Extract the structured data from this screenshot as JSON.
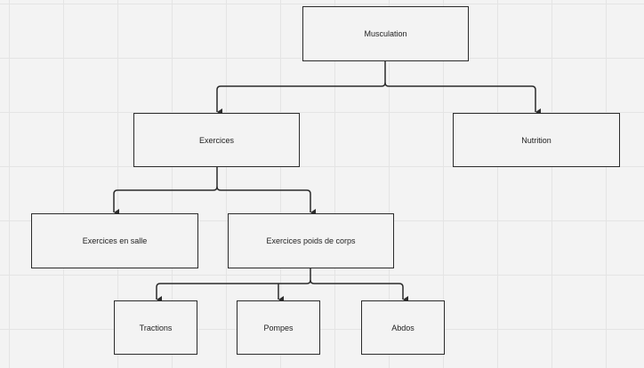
{
  "nodes": {
    "root": "Musculation",
    "exercices": "Exercices",
    "nutrition": "Nutrition",
    "salle": "Exercices en salle",
    "poids_corps": "Exercices poids de corps",
    "tractions": "Tractions",
    "pompes": "Pompes",
    "abdos": "Abdos"
  },
  "colors": {
    "line": "#2b2b2b",
    "background": "#f3f3f3",
    "grid": "#e4e4e4"
  }
}
